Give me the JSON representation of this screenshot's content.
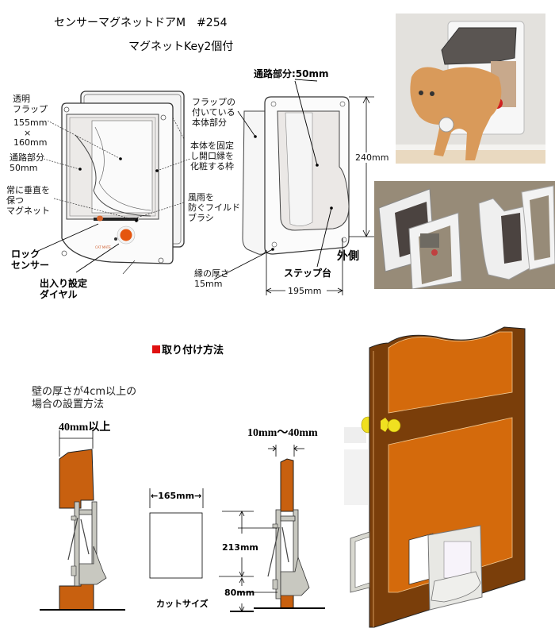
{
  "header": {
    "title": "センサーマグネットドアM　#254",
    "subtitle": "マグネットKey2個付"
  },
  "front_diagram": {
    "labels": {
      "flap": "透明\nフラップ",
      "flap_size_1": "155mm",
      "flap_size_x": "×",
      "flap_size_2": "160mm",
      "tunnel": "通路部分\n50mm",
      "magnet": "常に垂直を\n保つ\nマグネット",
      "lock_sensor": "ロック\nセンサー",
      "dial": "出入り設定\nダイヤル",
      "body_with_flap": "フラップの\n付いている\n本体部分",
      "frame": "本体を固定\nし開口縁を\n化粧する枠",
      "brush": "風雨を\n防ぐフイルド\nブラシ",
      "rim_thickness": "縁の厚さ\n15mm"
    }
  },
  "side_diagram": {
    "labels": {
      "tunnel": "通路部分:50mm",
      "height": "240mm",
      "width": "195mm",
      "step": "ステップ台",
      "outside": "外側"
    }
  },
  "photos": {
    "cat_photo": "cat-through-door-photo",
    "parts_photo": "door-parts-photo"
  },
  "install": {
    "section_title": "取り付け方法",
    "note": "壁の厚さが4cm以上の\n場合の設置方法",
    "thick_wall_label": "40mm以上",
    "thin_wall_label": "10mm～40mm",
    "cut_width": "165mm",
    "cut_height": "213mm",
    "floor_gap": "80mm",
    "cut_size_label": "カットサイズ"
  },
  "colors": {
    "accent_red": "#e01010",
    "wood_orange": "#c8600f",
    "wood_dark": "#7a3e0a",
    "door_panel": "#d46a0c",
    "knob_yellow": "#f0e020",
    "frame_gray": "#c8c8c0"
  }
}
